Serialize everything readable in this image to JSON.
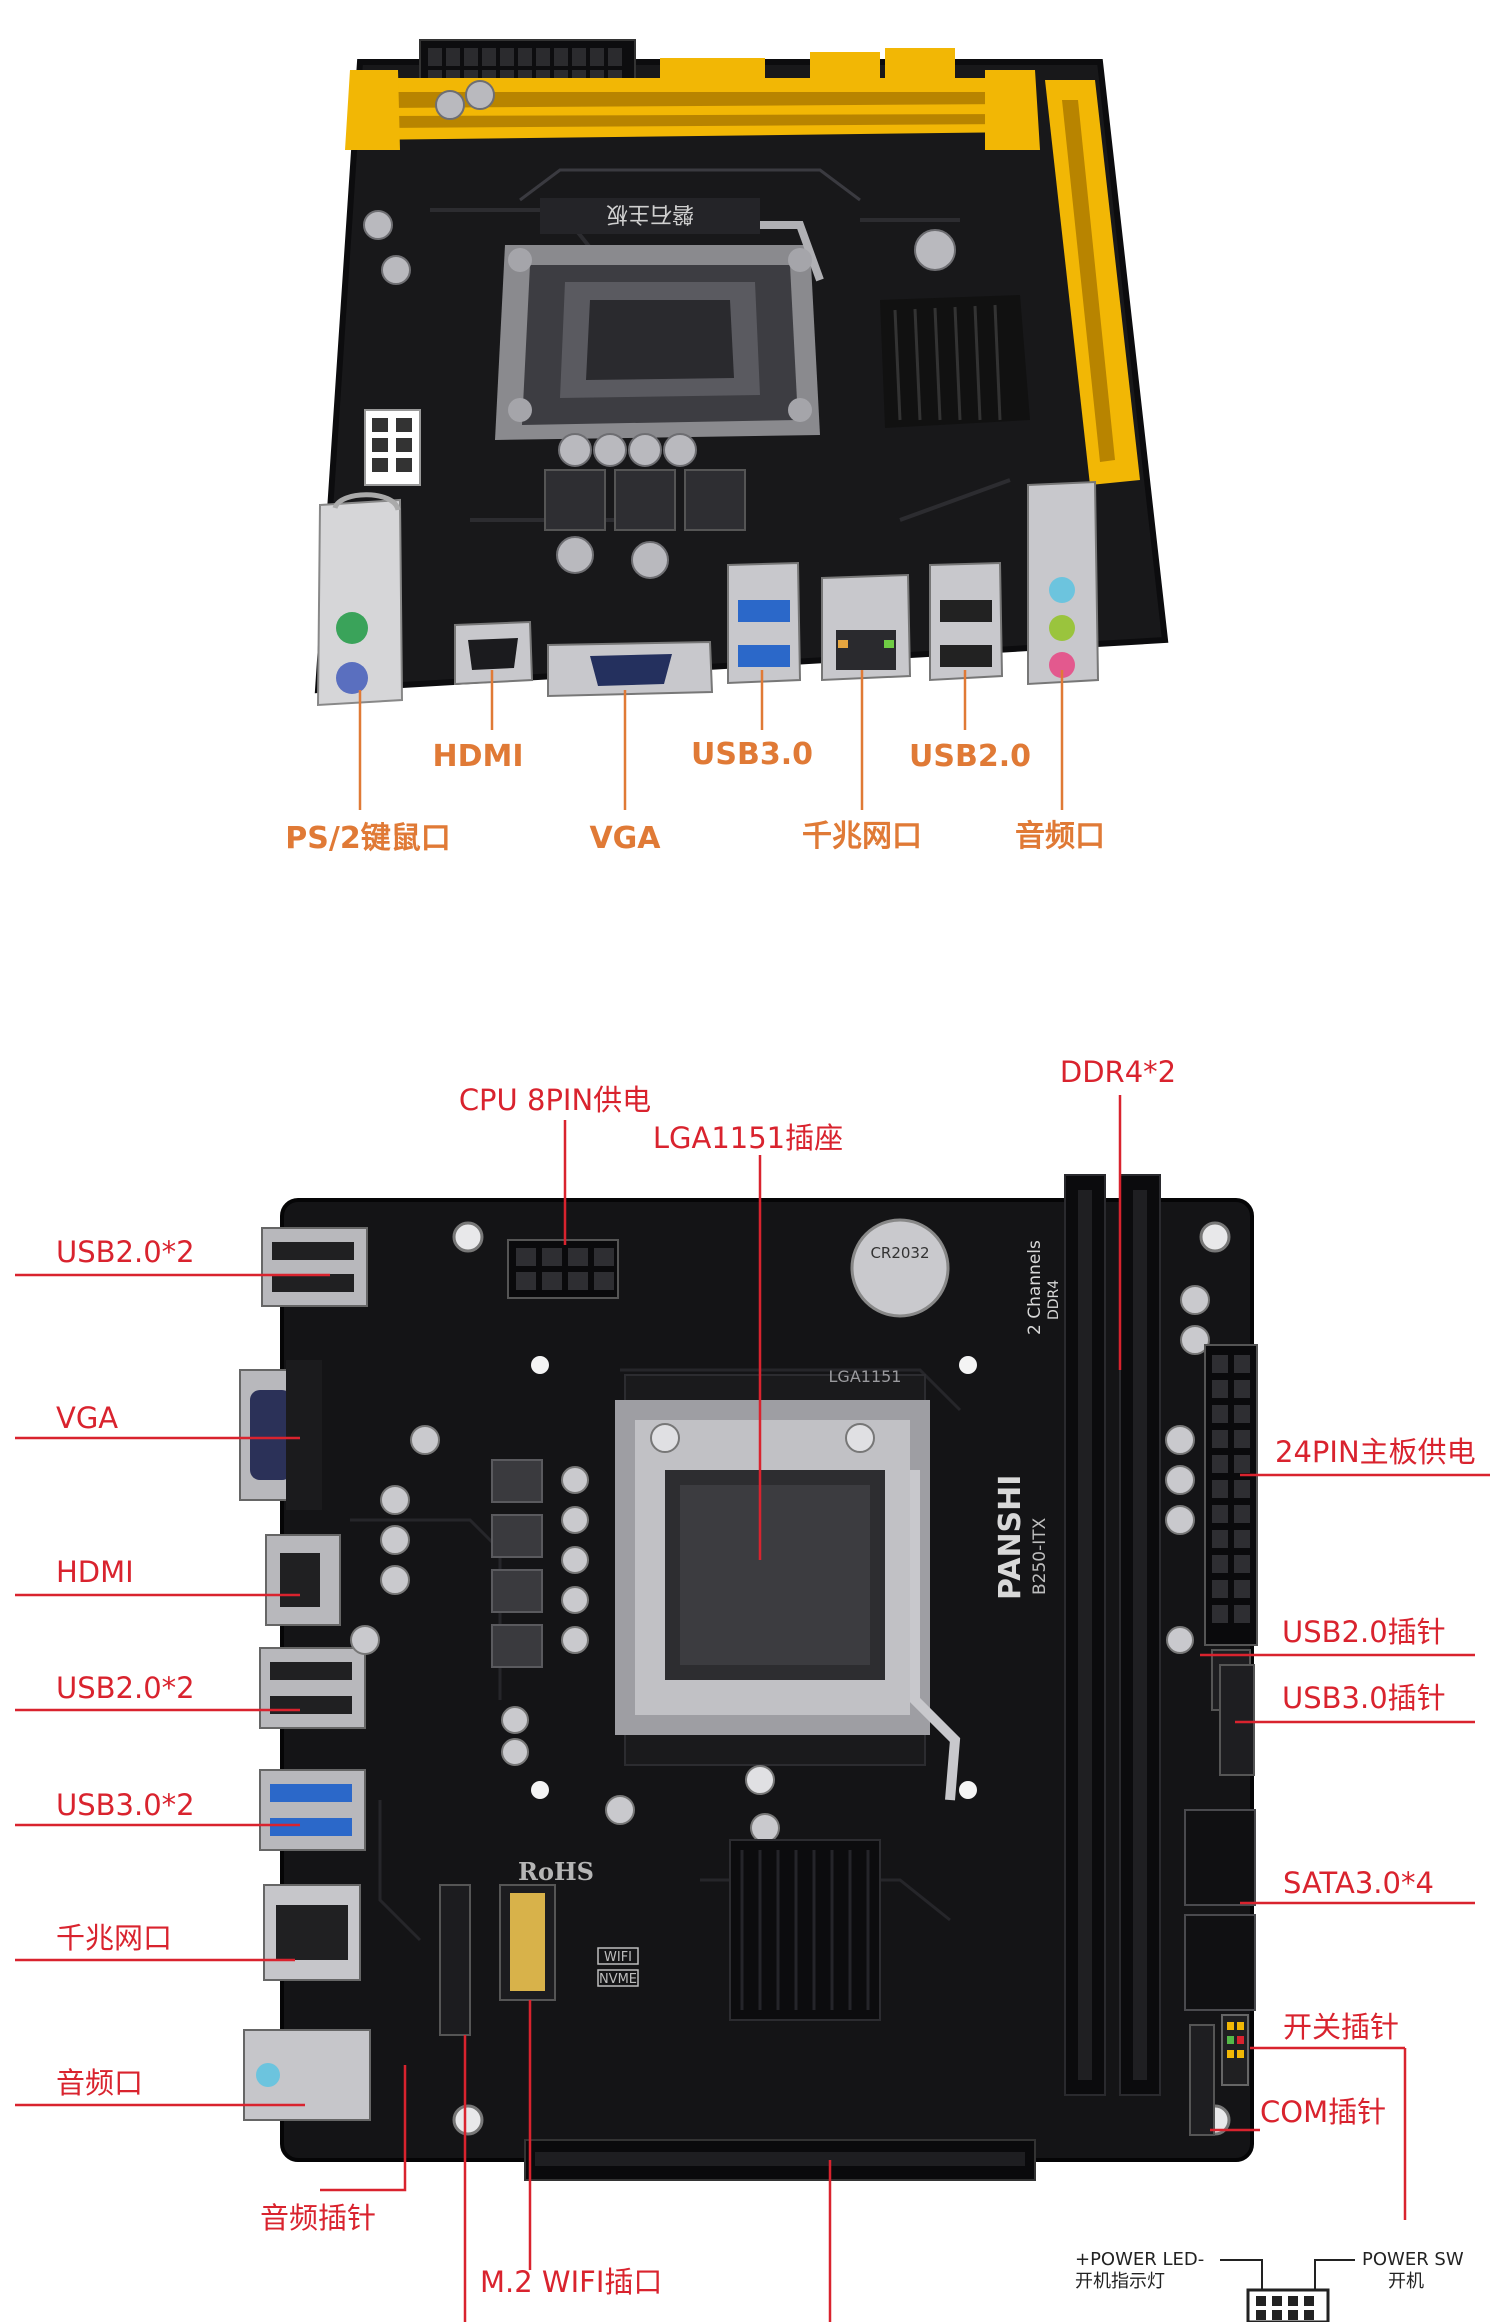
{
  "top_labels": {
    "hdmi": "HDMI",
    "usb30": "USB3.0",
    "usb20": "USB2.0",
    "ps2": "PS/2键鼠口",
    "vga": "VGA",
    "lan": "千兆网口",
    "audio": "音频口"
  },
  "board_top": {
    "brand_text": "磐石主板"
  },
  "bottom_labels": {
    "cpu_power": "CPU 8PIN供电",
    "ddr4": "DDR4*2",
    "socket": "LGA1151插座",
    "usb20_x2_a": "USB2.0*2",
    "vga": "VGA",
    "atx24": "24PIN主板供电",
    "hdmi": "HDMI",
    "usb20_header": "USB2.0插针",
    "usb20_x2_b": "USB2.0*2",
    "usb30_header": "USB3.0插针",
    "usb30_x2": "USB3.0*2",
    "sata": "SATA3.0*4",
    "lan": "千兆网口",
    "power_sw_header": "开关插针",
    "audio": "音频口",
    "com_header": "COM插针",
    "audio_header": "音频插针",
    "m2_wifi": "M.2  WIFI插口"
  },
  "board_bottom": {
    "brand": "PANSHI",
    "model": "B250-ITX",
    "channels": "2 Channels",
    "ddr": "DDR4",
    "socket_silk": "LGA1151",
    "rohs": "RoHS",
    "battery": "CR2032",
    "wifi_silk": "WIFI",
    "nvme_silk": "NVME"
  },
  "front_panel": {
    "power_led": "+POWER LED-",
    "power_led_cn": "开机指示灯",
    "power_sw": "POWER SW",
    "power_sw_cn": "开机"
  },
  "colors": {
    "orange_label": "#e07a36",
    "red_label": "#d9232e",
    "pcb": "#1a1a1c",
    "slot_yellow": "#f2b705"
  }
}
